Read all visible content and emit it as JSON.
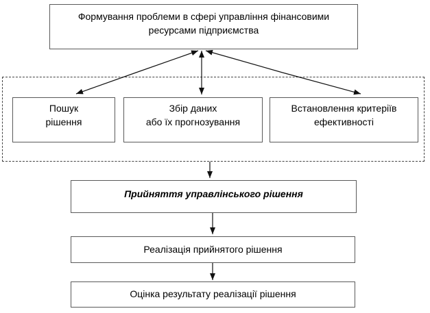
{
  "diagram": {
    "type": "flowchart",
    "boxes": {
      "problem": "Формування проблеми в сфері управління фінансовими\nресурсами підприємства",
      "search": "Пошук\nрішення",
      "data_collection": "Збір даних\nабо їх прогнозування",
      "criteria": "Встановлення критеріїв\nефективності",
      "decision": "Прийняття управлінського рішення",
      "implementation": "Реалізація прийнятого рішення",
      "evaluation": "Оцінка результату реалізації рішення"
    },
    "colors": {
      "background": "#ffffff",
      "box-fill": "#ffffff",
      "border": "#595959",
      "border-dashed": "#404040",
      "text": "#000000",
      "arrow": "#111111"
    }
  }
}
